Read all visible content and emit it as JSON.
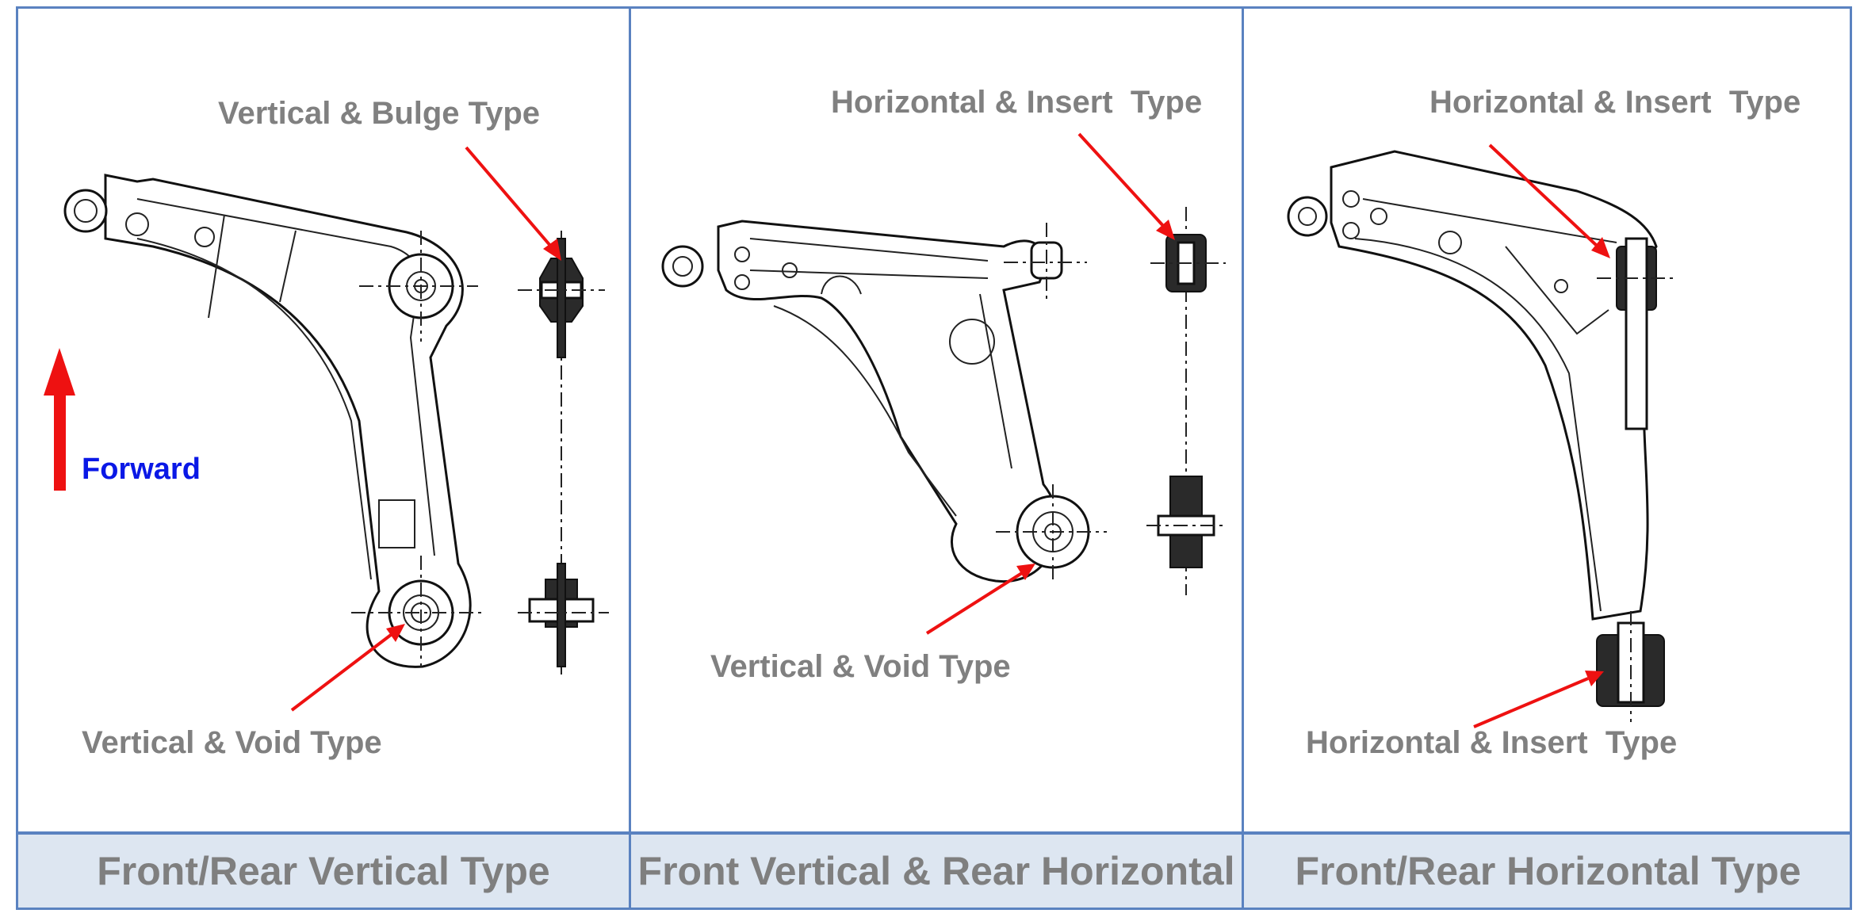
{
  "panels": [
    {
      "footer": "Front/Rear Vertical Type",
      "top_label": "Vertical & Bulge Type",
      "bottom_label": "Vertical & Void Type",
      "direction_label": "Forward"
    },
    {
      "footer": "Front Vertical & Rear Horizontal",
      "top_label": "Horizontal & Insert  Type",
      "bottom_label": "Vertical & Void Type"
    },
    {
      "footer": "Front/Rear Horizontal Type",
      "top_label": "Horizontal & Insert  Type",
      "bottom_label": "Horizontal & Insert  Type"
    }
  ],
  "colors": {
    "border": "#5a82c0",
    "footer_bg": "#dde6f1",
    "label_text": "#808080",
    "arrow": "#ee1111",
    "forward_text": "#0a18e6"
  }
}
